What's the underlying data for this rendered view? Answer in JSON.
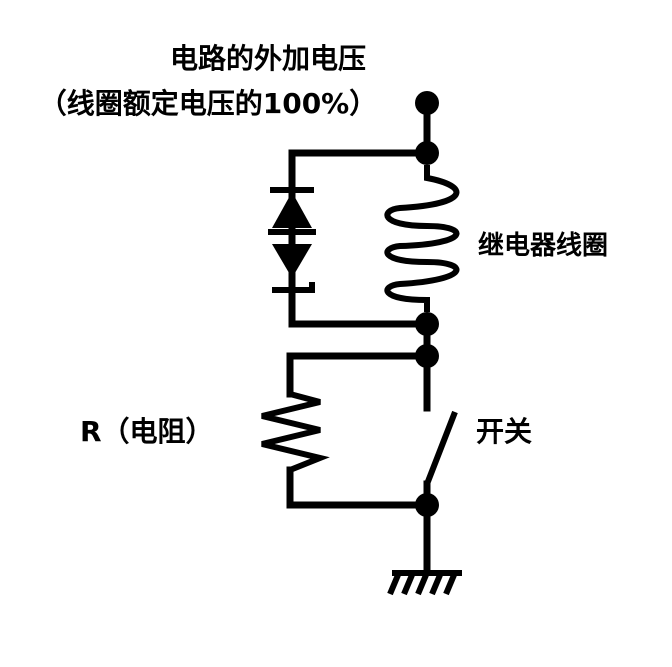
{
  "labels": {
    "supply_line1": "电路的外加电压",
    "supply_line2": "（线圈额定电压的100%）",
    "relay_coil": "继电器线圈",
    "resistor": "R（电阻）",
    "switch": "开关"
  },
  "colors": {
    "ink": "#000000",
    "background": "#ffffff"
  },
  "icons": {
    "diode": "diode-with-zener-symbol",
    "coil": "inductor-coil-symbol",
    "resistor": "zigzag-resistor-symbol",
    "switch": "open-switch-symbol",
    "ground": "ground-hatch-symbol"
  }
}
